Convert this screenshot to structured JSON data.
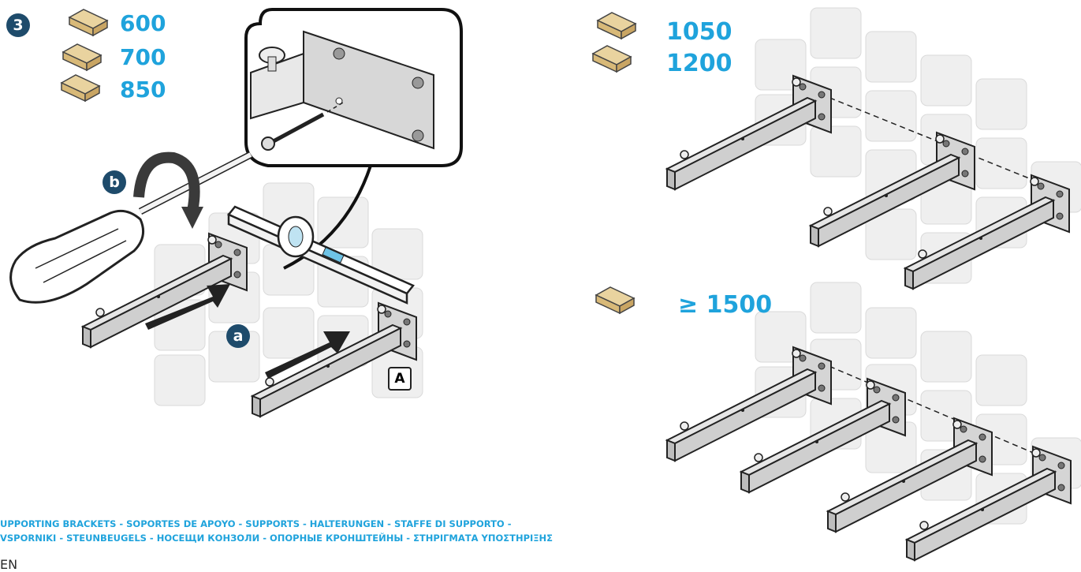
{
  "step": {
    "number": "3"
  },
  "left_sizes": [
    "600",
    "700",
    "850"
  ],
  "right_sizes": [
    "1050",
    "1200"
  ],
  "bottom_size": "≥ 1500",
  "callouts": {
    "a": "a",
    "b": "b",
    "part": "A"
  },
  "caption": {
    "line1": "UPPORTING BRACKETS - SOPORTES DE APOYO - SUPPORTS - HALTERUNGEN - STAFFE DI SUPPORTO -",
    "line2": "VSPORNIKI - STEUNBEUGELS - НОСЕЩИ КОНЗОЛИ - ОПОРНЫЕ КРОНШТЕЙНЫ -  ΣΤΗΡΙΓΜΑΤΑ ΥΠΟΣΤΗΡΙΞΗΣ",
    "language": "EN"
  },
  "colors": {
    "accent": "#1fa3dc",
    "badge": "#1e4b6b",
    "board": "#e7cf98",
    "tile": "#ececec"
  }
}
